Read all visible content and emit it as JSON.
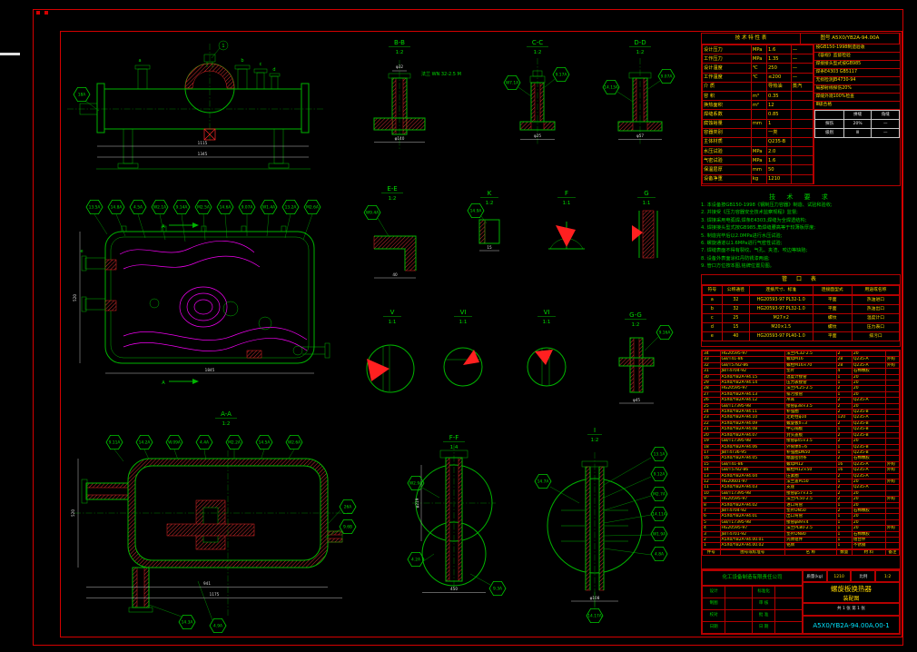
{
  "drawing": {
    "views": {
      "bb": {
        "t": "B-B",
        "s": "1:2"
      },
      "cc": {
        "t": "C-C",
        "s": "1:2"
      },
      "dd": {
        "t": "D-D",
        "s": "1:2"
      },
      "ee": {
        "t": "E-E",
        "s": "1:2"
      },
      "k": {
        "t": "K",
        "s": "1:2"
      },
      "f": {
        "t": "F",
        "s": "1:1"
      },
      "g": {
        "t": "G",
        "s": "1:1"
      },
      "v": {
        "t": "V",
        "s": "1:1"
      },
      "vi1": {
        "t": "VI",
        "s": "1:1"
      },
      "vi2": {
        "t": "VI",
        "s": "1:1"
      },
      "gg": {
        "t": "G-G",
        "s": "1:2"
      },
      "aa": {
        "t": "A-A",
        "s": "1:2"
      },
      "ff": {
        "t": "F-F",
        "s": "1:4"
      },
      "i": {
        "t": "I",
        "s": "1:2"
      }
    },
    "bb_note": "法兰 WN 32-2.5 M",
    "item1": "1",
    "section_a": "A",
    "letters": [
      "a",
      "b",
      "c",
      "d",
      "e"
    ],
    "dims": {
      "d1": "1115",
      "d2": "1345",
      "d3": "941",
      "d4": "1845",
      "d5": "φ140",
      "d6": "φ32",
      "d7": "φ25",
      "d8": "φ57",
      "d9": "φ45",
      "d10": "φ219",
      "d11": "450",
      "d12": "φ108",
      "d13": "520",
      "d14": "40",
      "d16": "1175",
      "d18": "15"
    },
    "balloons": {
      "v1": [
        "18A"
      ],
      "v2": [
        "13.5A",
        "14.8A",
        "4.5A",
        "W2.1A",
        "9.14A",
        "M2.5A",
        "14.6A",
        "9.07A",
        "W1.4A",
        "13.2A",
        "M2.6A"
      ],
      "aa": [
        "9.11A",
        "14.2A",
        "W.09A",
        "4.4A",
        "M2.2A",
        "14.5A",
        "W2.6A"
      ],
      "aa_side": [
        "26A",
        "9.6B"
      ],
      "aa_bot": [
        "14.3A",
        "4.9A"
      ],
      "cc": [
        "W7.1A",
        "9.17A"
      ],
      "dd": [
        "14.13A",
        "9.07A"
      ],
      "ee": [
        "W9.4A"
      ],
      "k": [
        "14.9A"
      ],
      "gg": [
        "9.16A"
      ],
      "ff": [
        "W2.9A",
        "4.2A",
        "9.3A"
      ],
      "i": [
        "13.1A",
        "9.12A",
        "M2.7A",
        "14.11A",
        "W1.9A",
        "4.8A",
        "14.17A",
        "14.7A"
      ]
    }
  },
  "spec": {
    "header_left": "技 术 特 性 表",
    "header_right": "图号 A5X0/YB2A-94.00A",
    "rows": [
      [
        "设计压力",
        "MPa",
        "1.6",
        "—"
      ],
      [
        "工作压力",
        "MPa",
        "1.35",
        "—"
      ],
      [
        "设计温度",
        "℃",
        "250",
        "—"
      ],
      [
        "工作温度",
        "℃",
        "≤200",
        "—"
      ],
      [
        "介 质",
        "",
        "导热油",
        "蒸汽"
      ],
      [
        "容 积",
        "m³",
        "0.35",
        ""
      ],
      [
        "换热面积",
        "m²",
        "12",
        ""
      ],
      [
        "焊缝系数",
        "",
        "0.85",
        ""
      ],
      [
        "腐蚀裕量",
        "mm",
        "1",
        ""
      ],
      [
        "容器类别",
        "",
        "一类",
        ""
      ],
      [
        "主体材质",
        "",
        "Q235-B",
        ""
      ],
      [
        "水压试验",
        "MPa",
        "2.0",
        ""
      ],
      [
        "气密试验",
        "MPa",
        "1.6",
        ""
      ],
      [
        "保温层厚",
        "mm",
        "50",
        ""
      ],
      [
        "设备净重",
        "kg",
        "1210",
        ""
      ]
    ],
    "side_lines": [
      "按GB150-1998制造验收",
      "《容规》监督检验",
      "焊接接头型式按GB985",
      "焊条E4303 GB5117",
      "无损检测JB4730-94",
      "局部射线探伤20%",
      "焊缝外观100%检查",
      "Ⅲ级合格"
    ],
    "grid": [
      [
        "",
        "拼缝",
        "角缝"
      ],
      [
        "探伤",
        "20%",
        "—"
      ],
      [
        "级别",
        "Ⅲ",
        "—"
      ]
    ]
  },
  "notes": {
    "title": "技 术 要 求",
    "items": [
      "1. 本设备按GB150-1998《钢制压力容器》制造、试验和验收;",
      "2. 并接受《压力容器安全技术监察规程》监督;",
      "3. 焊接采用电弧焊,焊条E4303,焊缝为全焊透结构;",
      "4. 焊接接头型式按GB985,角焊缝腰高等于较薄板厚度;",
      "5. 制造完毕后以2.0MPa进行水压试验;",
      "6. 螺旋通道以1.6MPa进行气密性试验;",
      "7. 焊缝表面不得有裂纹、气孔、夹渣、咬边等缺陷;",
      "8. 设备外表面涂红丹防锈漆两遍;",
      "9. 管口方位按本图,铭牌位置见图。"
    ]
  },
  "nozzle": {
    "title": "管 口 表",
    "header": [
      "符号",
      "公称通径",
      "连接尺寸、标准",
      "连接面型式",
      "用途或名称"
    ],
    "rows": [
      [
        "a",
        "32",
        "HG20593-97 PL32-1.0",
        "平面",
        "热油进口"
      ],
      [
        "b",
        "32",
        "HG20593-97 PL32-1.0",
        "平面",
        "热油出口"
      ],
      [
        "c",
        "25",
        "M27×2",
        "螺纹",
        "温度计口"
      ],
      [
        "d",
        "15",
        "M20×1.5",
        "螺纹",
        "压力表口"
      ],
      [
        "e",
        "40",
        "HG20593-97 PL40-1.0",
        "平面",
        "排污口"
      ]
    ]
  },
  "bom": {
    "header": [
      "件号",
      "图号或标准号",
      "名 称",
      "数量",
      "材 料",
      "备注"
    ],
    "rows": [
      [
        "34",
        "HG20595-97",
        "法兰PL32-2.5",
        "2",
        "20",
        ""
      ],
      [
        "33",
        "GB/T41-86",
        "螺母M16",
        "28",
        "Q235-A",
        "外购"
      ],
      [
        "32",
        "GB/T5782-86",
        "螺栓M16×70",
        "28",
        "Q235-A",
        "外购"
      ],
      [
        "31",
        "JB/T4704-92",
        "垫片",
        "4",
        "石棉橡胶",
        ""
      ],
      [
        "30",
        "A5X0/YB2A-94.15",
        "温度计接管",
        "1",
        "20",
        ""
      ],
      [
        "29",
        "A5X0/YB2A-94.14",
        "压力表接管",
        "1",
        "20",
        ""
      ],
      [
        "28",
        "HG20595-97",
        "法兰PL25-2.5",
        "2",
        "20",
        ""
      ],
      [
        "27",
        "A5X0/YB2A-94.13",
        "排污接管",
        "1",
        "20",
        ""
      ],
      [
        "26",
        "A5X0/YB2A-94.12",
        "吊耳",
        "2",
        "Q235-A",
        ""
      ],
      [
        "25",
        "GB/T17395-98",
        "接管φ38×3.5",
        "2",
        "20",
        ""
      ],
      [
        "24",
        "A5X0/YB2A-94.11",
        "补强圈",
        "2",
        "Q235-B",
        ""
      ],
      [
        "23",
        "A5X0/YB2A-94.10",
        "定距柱φ10",
        "120",
        "Q235-A",
        ""
      ],
      [
        "22",
        "A5X0/YB2A-94.09",
        "螺旋板δ=3",
        "2",
        "Q235-B",
        ""
      ],
      [
        "21",
        "A5X0/YB2A-94.08",
        "中心隔板",
        "1",
        "Q235-B",
        ""
      ],
      [
        "20",
        "A5X0/YB2A-94.07",
        "封头盖板",
        "2",
        "Q235-B",
        ""
      ],
      [
        "19",
        "GB/T17395-98",
        "接管φ45×3.5",
        "2",
        "20",
        ""
      ],
      [
        "18",
        "A5X0/YB2A-94.06",
        "外筒体δ=6",
        "1",
        "Q235-B",
        ""
      ],
      [
        "17",
        "JB/T4736-95",
        "补强圈DN50",
        "1",
        "Q235-B",
        ""
      ],
      [
        "16",
        "A5X0/YB2A-94.05",
        "端面密封条",
        "2",
        "石棉橡胶",
        ""
      ],
      [
        "15",
        "GB/T41-86",
        "螺母M12",
        "16",
        "Q235-A",
        "外购"
      ],
      [
        "14",
        "GB/T5782-86",
        "螺栓M12×50",
        "16",
        "Q235-A",
        "外购"
      ],
      [
        "13",
        "A5X0/YB2A-94.04",
        "压紧圈",
        "2",
        "Q235-A",
        ""
      ],
      [
        "12",
        "HG20601-97",
        "法兰盖PL50",
        "1",
        "20",
        "外购"
      ],
      [
        "11",
        "A5X0/YB2A-94.03",
        "支座",
        "2",
        "Q235-A",
        ""
      ],
      [
        "10",
        "GB/T17395-98",
        "接管φ57×3.5",
        "2",
        "20",
        ""
      ],
      [
        "9",
        "HG20595-97",
        "法兰PL50-2.5",
        "2",
        "20",
        "外购"
      ],
      [
        "8",
        "A5X0/YB2A-94.02",
        "进口弯管",
        "1",
        "20",
        ""
      ],
      [
        "7",
        "JB/T4704-92",
        "垫片DN50",
        "2",
        "石棉橡胶",
        ""
      ],
      [
        "6",
        "A5X0/YB2A-94.01",
        "出口弯管",
        "1",
        "20",
        ""
      ],
      [
        "5",
        "GB/T17395-98",
        "接管φ89×4",
        "1",
        "20",
        ""
      ],
      [
        "4",
        "HG20595-97",
        "法兰PL80-2.5",
        "1",
        "20",
        "外购"
      ],
      [
        "3",
        "JB/T4701-92",
        "垫片DN80",
        "1",
        "石棉橡胶",
        ""
      ],
      [
        "2",
        "A5X0/YB2A-94.00.01",
        "壳体组件",
        "1",
        "组合件",
        ""
      ],
      [
        "1",
        "A5X0/YB2A-94.00.02",
        "铭牌",
        "1",
        "不锈钢",
        ""
      ]
    ]
  },
  "titleblock": {
    "company": "化工设备制造有限责任公司",
    "sig": [
      [
        "设计",
        "",
        "标准化",
        ""
      ],
      [
        "制图",
        "",
        "审 核",
        ""
      ],
      [
        "校对",
        "",
        "批 准",
        ""
      ],
      [
        "日期",
        "",
        "日 期",
        ""
      ]
    ],
    "mass_label": "质量(kg)",
    "mass": "1210",
    "scale_label": "比例",
    "scale": "1:2",
    "name1": "螺旋板换热器",
    "name2": "装配图",
    "sheet": "共 1 张  第 1 张",
    "dwg_no": "A5X0/YB2A-94.00A.00-1"
  }
}
